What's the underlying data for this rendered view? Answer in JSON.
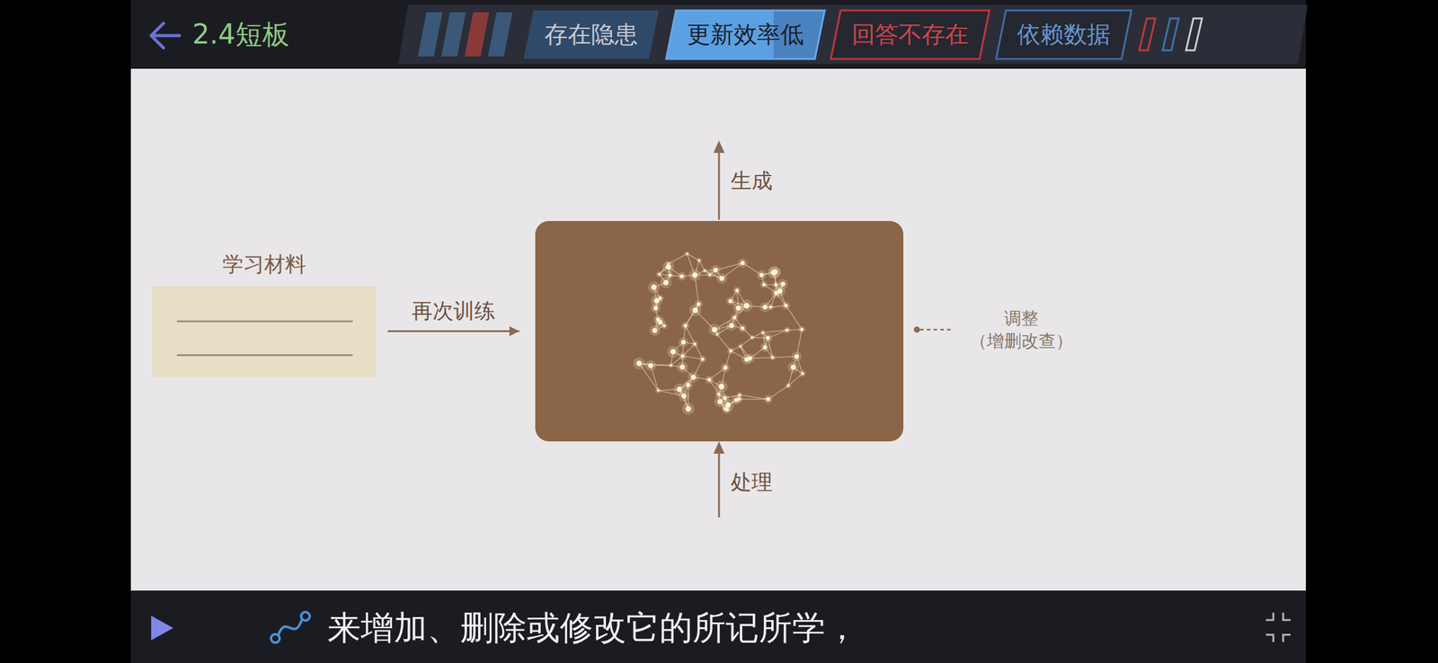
{
  "diagram": {
    "title": "2.4短板",
    "caption": "来增加、删除或修改它的所记所学，",
    "nodes": [
      {
        "text": [
          "存在隐患"
        ]
      },
      {
        "text": [
          "更新效率低"
        ]
      },
      {
        "text": [
          "回答不存在"
        ]
      },
      {
        "text": [
          "依赖数据"
        ]
      },
      {
        "text": [
          "学习材料"
        ]
      },
      {
        "text": []
      }
    ],
    "edges": [
      {
        "from": 4,
        "to": 5,
        "arrow": "to",
        "label": "再次训练"
      }
    ],
    "labels": [
      "生成",
      "处理",
      "调整",
      "（增删改查）"
    ]
  }
}
